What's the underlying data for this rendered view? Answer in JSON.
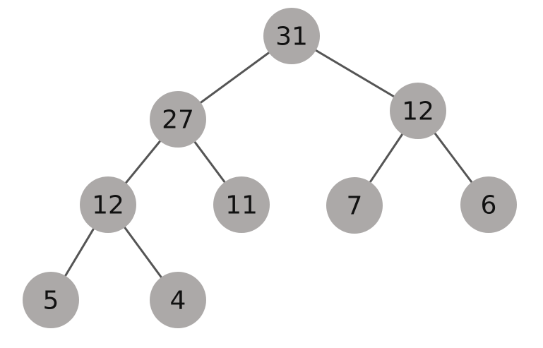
{
  "colors": {
    "node_fill": "#aca9a8",
    "edge": "#555555",
    "label": "#111111",
    "background": "#ffffff"
  },
  "tree": {
    "nodes": [
      {
        "id": "root",
        "label": "31"
      },
      {
        "id": "l",
        "label": "27"
      },
      {
        "id": "r",
        "label": "12"
      },
      {
        "id": "ll",
        "label": "12"
      },
      {
        "id": "lr",
        "label": "11"
      },
      {
        "id": "rl",
        "label": "7"
      },
      {
        "id": "rr",
        "label": "6"
      },
      {
        "id": "lll",
        "label": "5"
      },
      {
        "id": "llr",
        "label": "4"
      }
    ],
    "edges": [
      {
        "from": "root",
        "to": "l"
      },
      {
        "from": "root",
        "to": "r"
      },
      {
        "from": "l",
        "to": "ll"
      },
      {
        "from": "l",
        "to": "lr"
      },
      {
        "from": "r",
        "to": "rl"
      },
      {
        "from": "r",
        "to": "rr"
      },
      {
        "from": "ll",
        "to": "lll"
      },
      {
        "from": "ll",
        "to": "llr"
      }
    ]
  }
}
